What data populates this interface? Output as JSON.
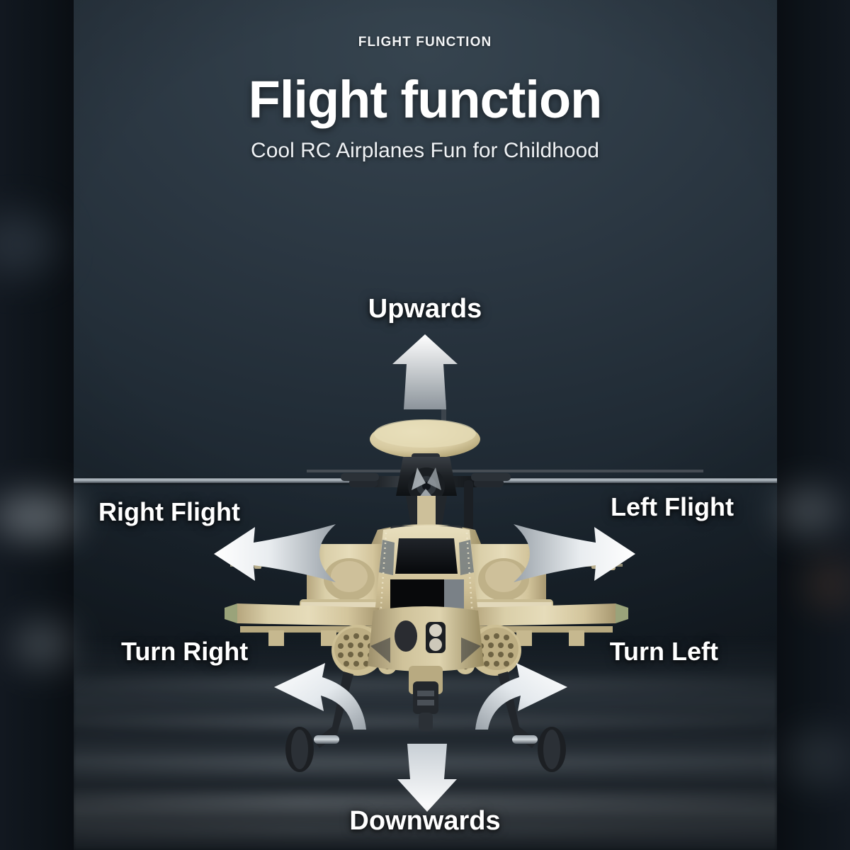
{
  "header": {
    "kicker": "FLIGHT FUNCTION",
    "title": "Flight function",
    "subtitle": "Cool RC Airplanes Fun for Childhood"
  },
  "colors": {
    "background": "#2b3742",
    "panel_top": "#36444f",
    "panel_bottom": "#131b23",
    "frame": "#0d1319",
    "text": "#ffffff",
    "arrow_light": "#ffffff",
    "arrow_dark": "#8d959c",
    "fuselage_tan": "#d8c9a0",
    "fuselage_shadow": "#a99a74",
    "rotor_black": "#1b1e22",
    "ground_mist": "#96a2ac"
  },
  "directions": [
    {
      "id": "upwards",
      "label": "Upwards",
      "arrow": "arrow-up-icon",
      "position": "top-center"
    },
    {
      "id": "downwards",
      "label": "Downwards",
      "arrow": "arrow-down-icon",
      "position": "bottom-center"
    },
    {
      "id": "right-flight",
      "label": "Right Flight",
      "arrow": "arrow-left-icon",
      "position": "middle-left"
    },
    {
      "id": "left-flight",
      "label": "Left Flight",
      "arrow": "arrow-right-icon",
      "position": "middle-right"
    },
    {
      "id": "turn-right",
      "label": "Turn Right",
      "arrow": "curved-arrow-left-icon",
      "position": "lower-left"
    },
    {
      "id": "turn-left",
      "label": "Turn Left",
      "arrow": "curved-arrow-right-icon",
      "position": "lower-right"
    }
  ],
  "product": {
    "name": "rc-apache-helicopter",
    "view": "front"
  }
}
